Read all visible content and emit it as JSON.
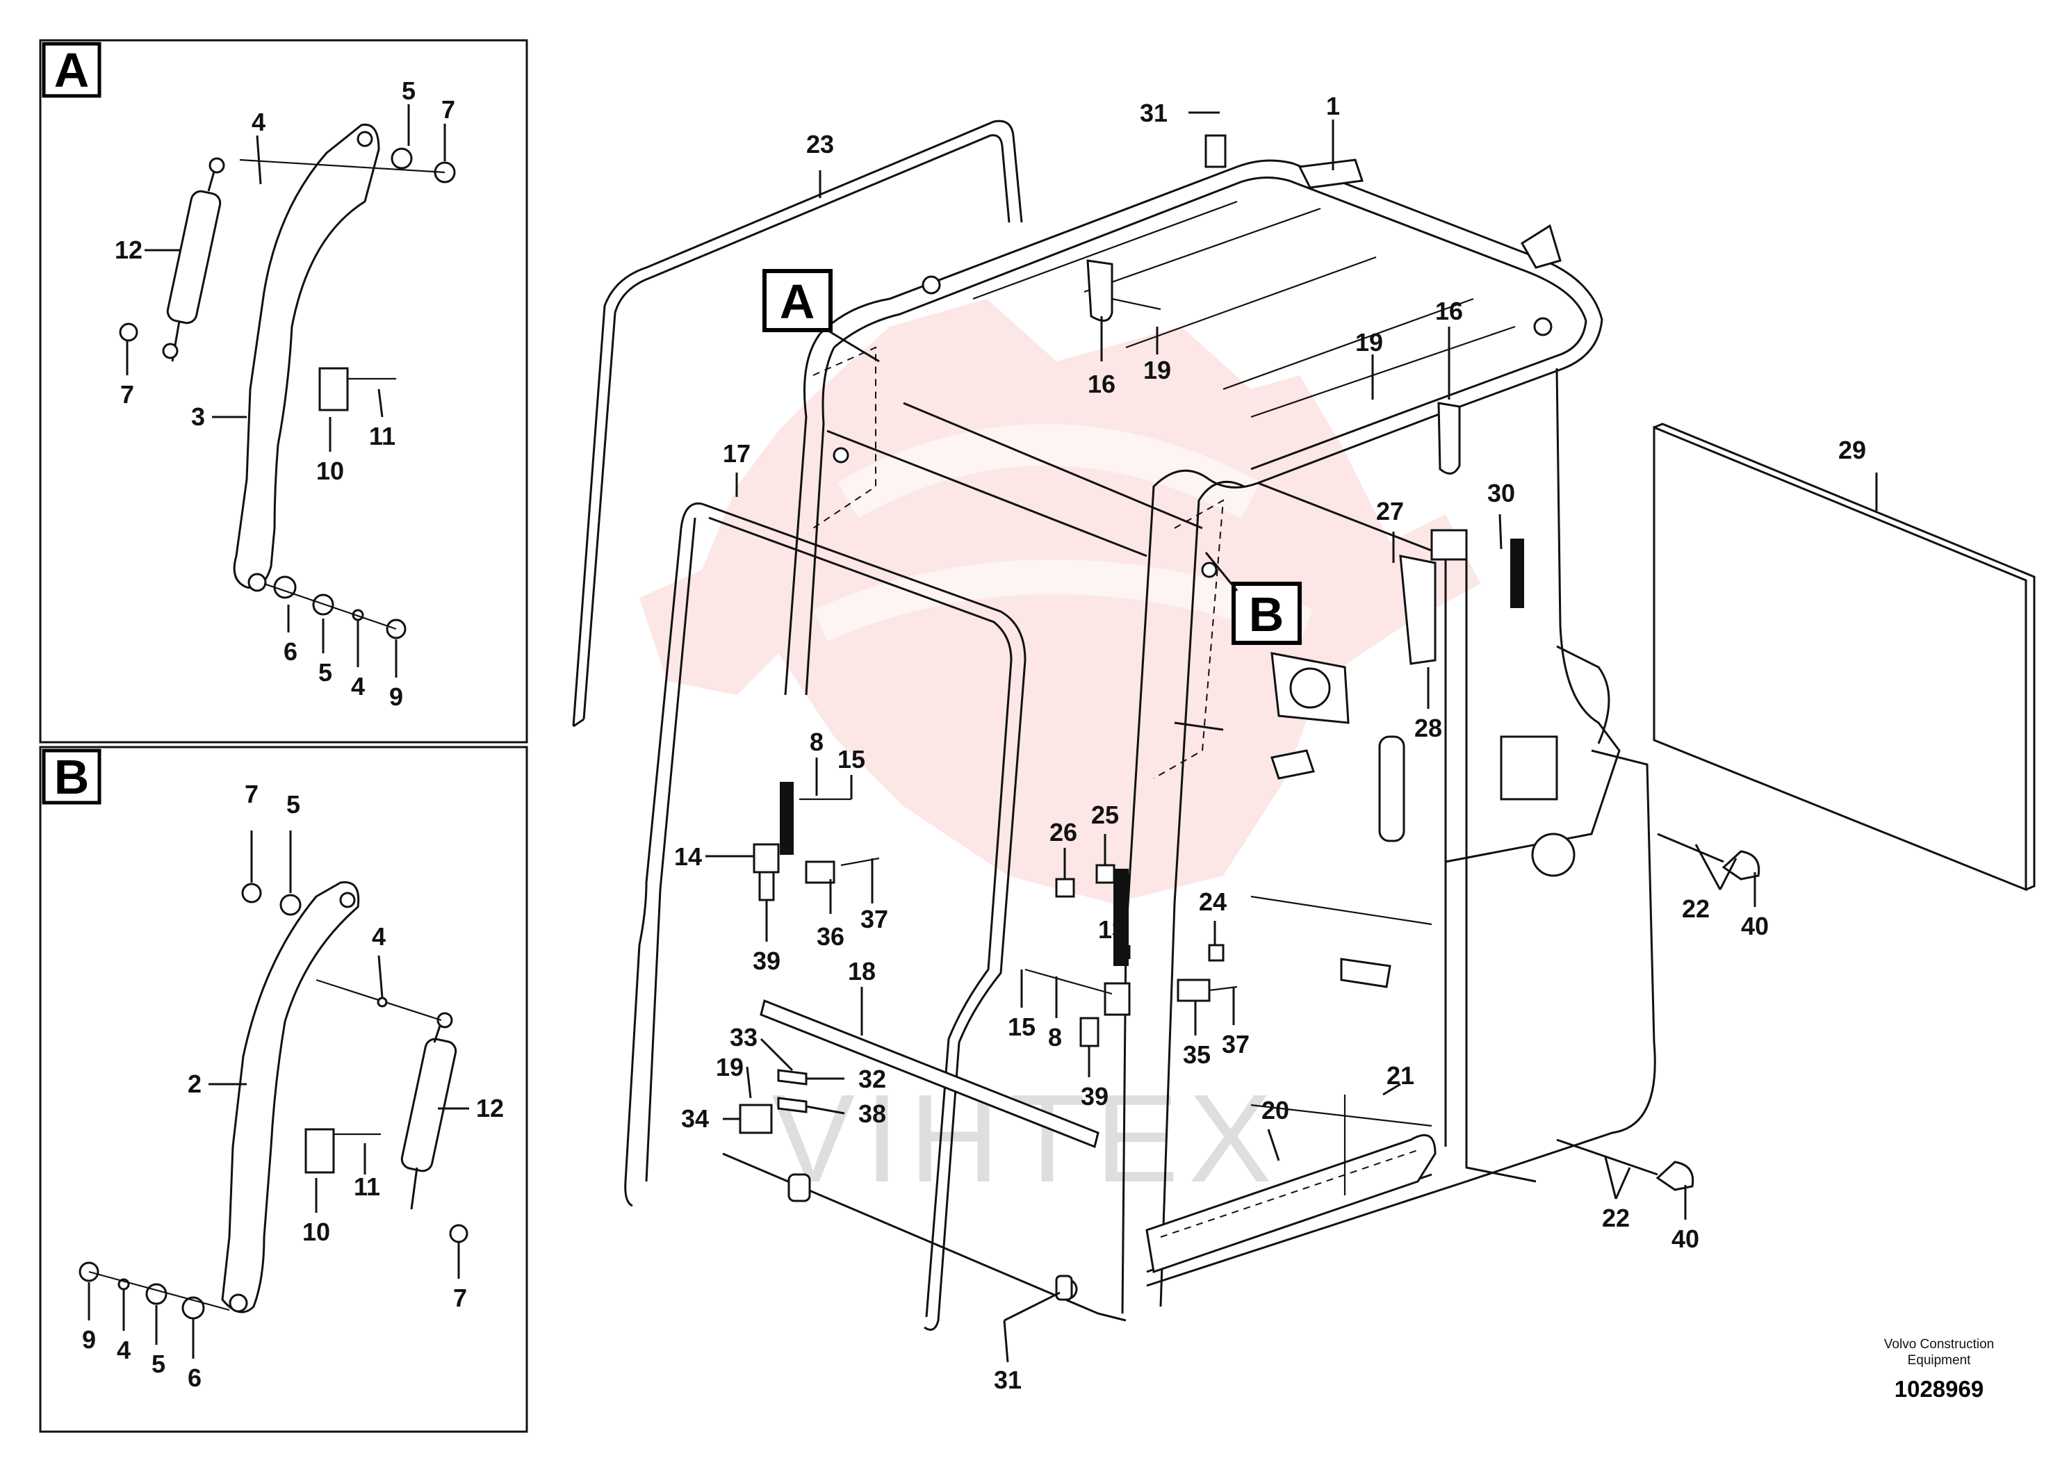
{
  "panels": [
    {
      "id": "A",
      "title": "A"
    },
    {
      "id": "B",
      "title": "B"
    }
  ],
  "callouts": [
    "A",
    "B"
  ],
  "labels": {
    "panelA": [
      "4",
      "5",
      "7",
      "12",
      "7",
      "3",
      "10",
      "11",
      "6",
      "5",
      "4",
      "9"
    ],
    "panelB": [
      "7",
      "5",
      "4",
      "2",
      "12",
      "11",
      "10",
      "9",
      "4",
      "5",
      "6",
      "7"
    ],
    "main": [
      "31",
      "1",
      "23",
      "16",
      "19",
      "19",
      "16",
      "17",
      "29",
      "30",
      "27",
      "28",
      "8",
      "15",
      "14",
      "39",
      "36",
      "37",
      "26",
      "25",
      "13",
      "24",
      "15",
      "8",
      "39",
      "35",
      "37",
      "18",
      "33",
      "19",
      "32",
      "34",
      "38",
      "21",
      "20",
      "22",
      "40",
      "22",
      "40",
      "31"
    ]
  },
  "footer": {
    "brand_line1": "Volvo Construction",
    "brand_line2": "Equipment",
    "figure_number": "1028969"
  },
  "watermark": {
    "text": "VIHTEX",
    "color": "#f7c8c8"
  }
}
